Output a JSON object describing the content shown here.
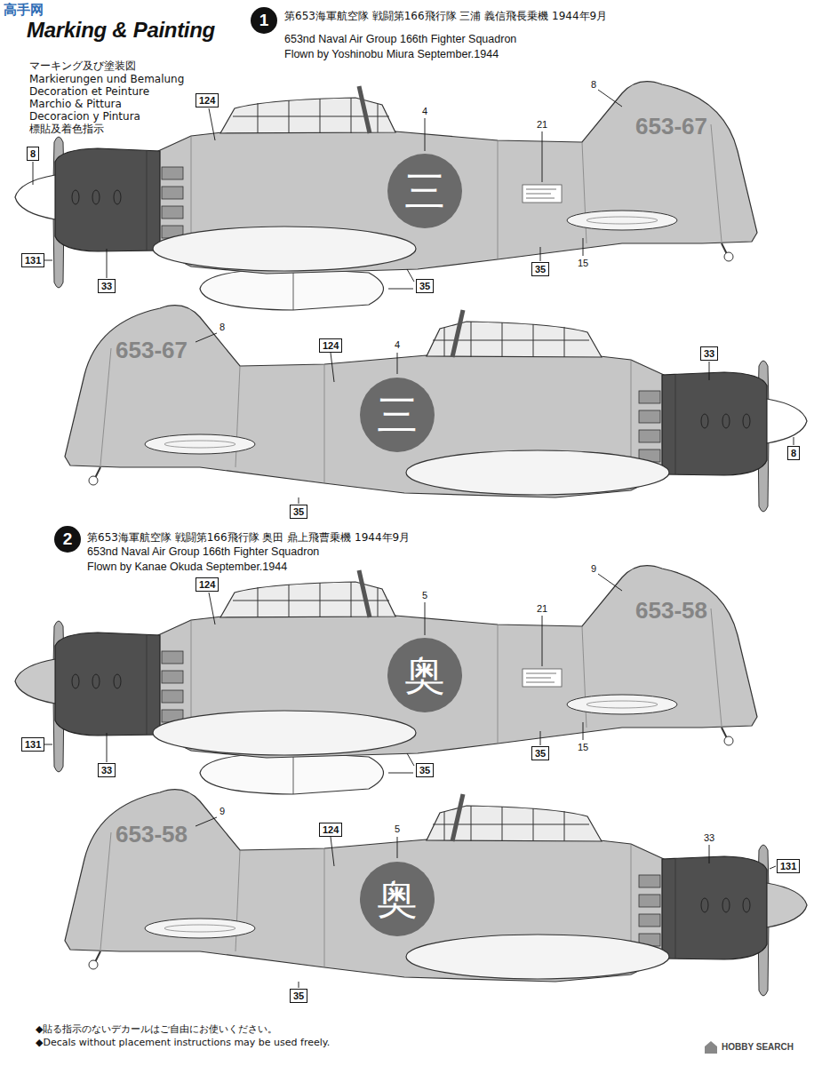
{
  "diagram": {
    "title": "Marking & Painting",
    "nodes": [
      {
        "text": [
          "1"
        ]
      },
      {
        "text": [
          "124"
        ]
      },
      {
        "text": [
          "8"
        ]
      },
      {
        "text": [
          "131"
        ]
      },
      {
        "text": [
          "33"
        ]
      },
      {
        "text": [
          "三"
        ]
      },
      {
        "text": [
          "35"
        ]
      },
      {
        "text": [
          "35"
        ]
      },
      {
        "text": [
          "124"
        ]
      },
      {
        "text": [
          "三"
        ]
      },
      {
        "text": [
          "33"
        ]
      },
      {
        "text": [
          "8"
        ]
      },
      {
        "text": [
          "35"
        ]
      },
      {
        "text": [
          "2"
        ]
      },
      {
        "text": [
          "124"
        ]
      },
      {
        "text": [
          "131"
        ]
      },
      {
        "text": [
          "33"
        ]
      },
      {
        "text": [
          "奥"
        ]
      },
      {
        "text": [
          "35"
        ]
      },
      {
        "text": [
          "35"
        ]
      },
      {
        "text": [
          "124"
        ]
      },
      {
        "text": [
          "奥"
        ]
      },
      {
        "text": [
          "131"
        ]
      },
      {
        "text": [
          "35"
        ]
      }
    ],
    "labels": [
      "高手网",
      "マーキング及び塗装図",
      "Markierungen und Bemalung",
      "Decoration et Peinture",
      "Marchio & Pittura",
      "Decoracion y Pintura",
      "標貼及着色指示",
      "第653海軍航空隊 戦闘第166飛行隊 三浦 義信飛長乗機 1944年9月",
      "653nd Naval Air Group 166th Fighter Squadron",
      "Flown by Yoshinobu Miura September.1944",
      "653-67",
      "4",
      "21",
      "8",
      "15",
      "653-67",
      "8",
      "4",
      "第653海軍航空隊 戦闘第166飛行隊 奥田 鼎上飛曹乗機 1944年9月",
      "653nd Naval Air Group 166th Fighter Squadron",
      "Flown by Kanae Okuda September.1944",
      "653-58",
      "5",
      "21",
      "9",
      "15",
      "653-58",
      "9",
      "5",
      "33",
      "◆貼る指示のないデカールはご自由にお使いください。",
      "◆Decals without placement instructions may be used freely.",
      "HOBBY SEARCH"
    ]
  }
}
